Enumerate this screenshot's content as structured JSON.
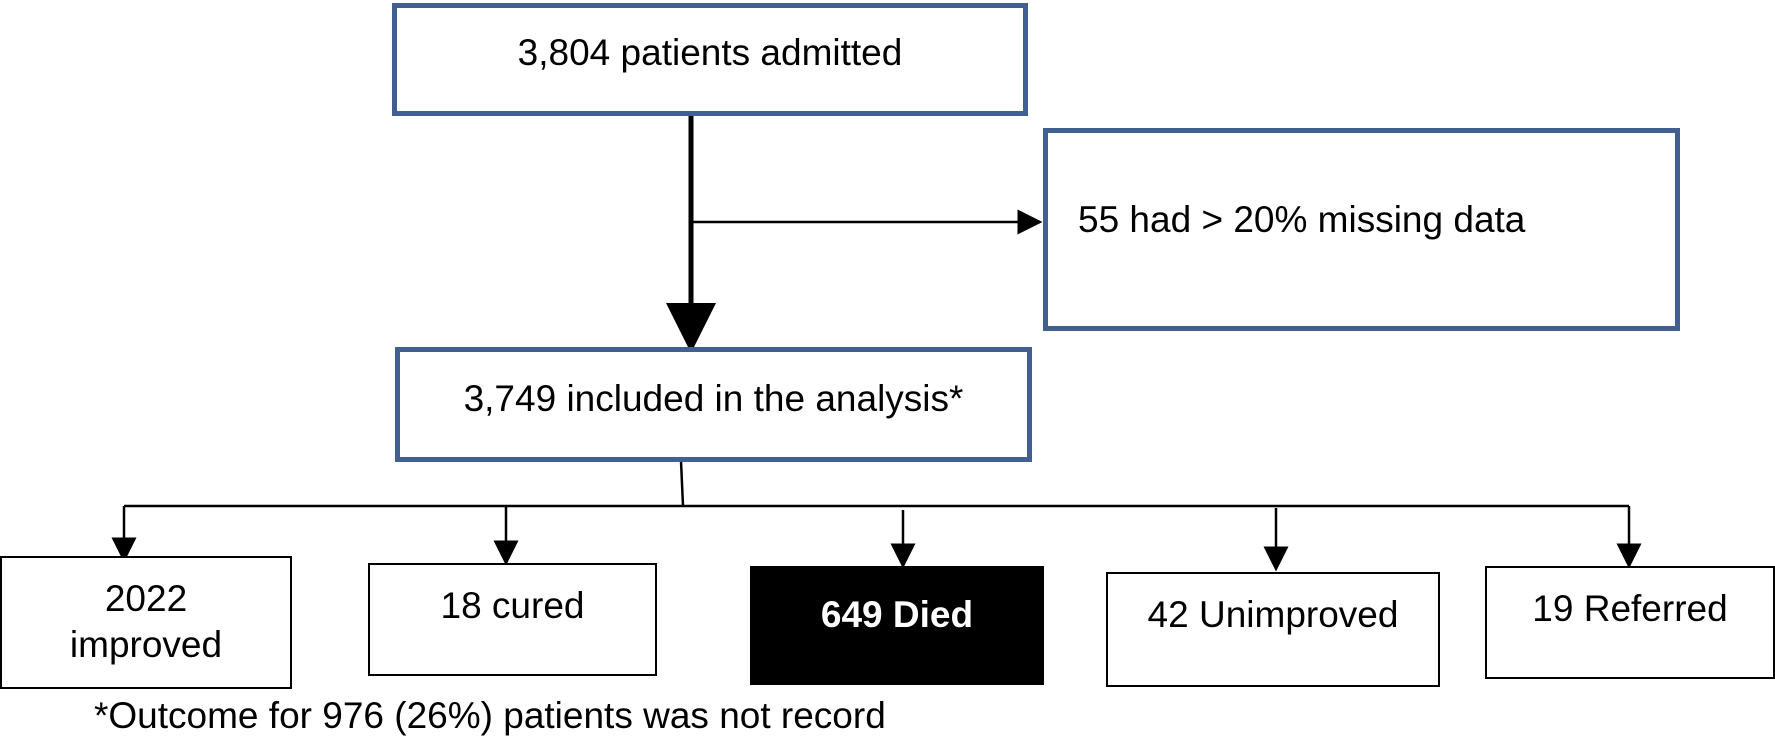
{
  "flowchart": {
    "admitted": "3,804 patients admitted",
    "excluded": "55 had > 20% missing data",
    "included": "3,749 included in the analysis*",
    "outcomes": {
      "improved_line1": "2022",
      "improved_line2": "improved",
      "cured": "18 cured",
      "died": "649 Died",
      "unimproved": "42 Unimproved",
      "referred": "19 Referred"
    },
    "footnote": "*Outcome for 976 (26%) patients was not record"
  },
  "colors": {
    "box_border_blue": "#41608f",
    "line": "#000000",
    "died_fill": "#000000",
    "died_text": "#ffffff"
  }
}
